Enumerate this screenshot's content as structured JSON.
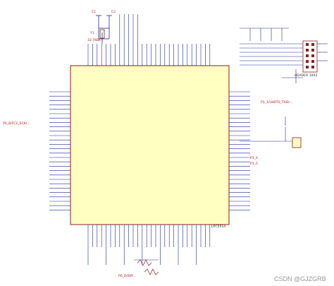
{
  "schematic": {
    "mcu_name": "LPC5514",
    "crystal_label": "Y1",
    "crystal_part": "32.768K",
    "cap_labels": [
      "C1",
      "C2"
    ],
    "header_label": "HEADER 10X2",
    "watermark": "CSDN @GJZGRB",
    "annotations": {
      "left_note": "P0_8/FC2_SCK/...",
      "right_note": "P1_1/UART0_TXD/...",
      "bottom_note": "P0_6/ISP/...",
      "p1_4": "P1_4",
      "p1_5": "P1_5"
    }
  },
  "colors": {
    "body_fill": "#ffffc2",
    "body_stroke": "#8b1e1e",
    "wire": "#1f2a9c",
    "pin_text_red": "#c31414",
    "pin_text_dark": "#2a2a2a",
    "net_label": "#1f2a9c",
    "annotation": "#c31414",
    "watermark": "#9a9a9a"
  }
}
